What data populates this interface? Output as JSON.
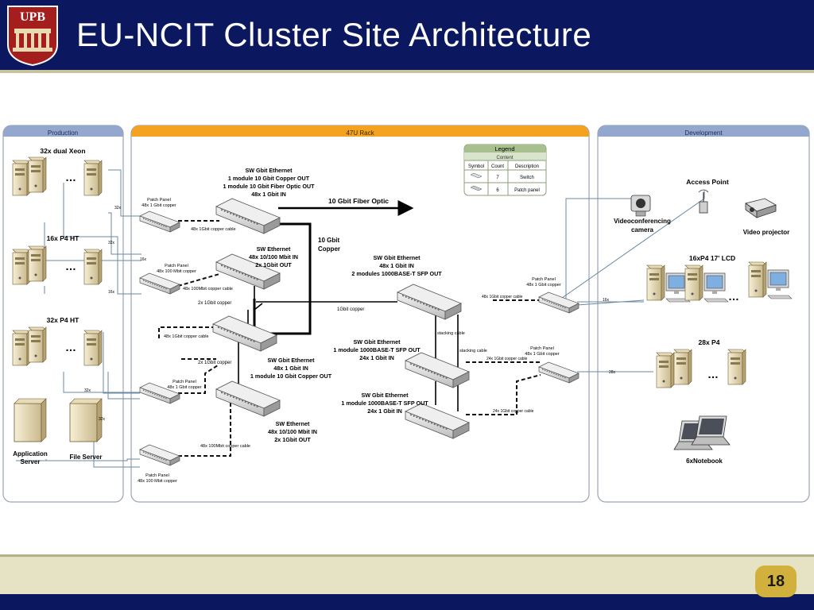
{
  "slide": {
    "title": "EU-NCIT Cluster Site Architecture",
    "logo_text": "UPB",
    "page_number": "18"
  },
  "diagram": {
    "panels": {
      "production": "Production",
      "rack": "47U Rack",
      "development": "Development"
    },
    "legend": {
      "title": "Legend",
      "subtitle": "Content",
      "headers": [
        "Symbol",
        "Count",
        "Description"
      ],
      "rows": [
        {
          "count": "7",
          "description": "Switch",
          "icon": "switch-icon"
        },
        {
          "count": "6",
          "description": "Patch panel",
          "icon": "patch-panel-icon"
        }
      ]
    },
    "groups": {
      "xeon": "32x dual Xeon",
      "p4ht16": "16x P4 HT",
      "p4ht32": "32x P4 HT",
      "app_server": [
        "Application",
        "Server"
      ],
      "file_server": "File Server",
      "access_point": "Access Point",
      "video_cam": [
        "Videoconferencing",
        "camera"
      ],
      "video_proj": "Video projector",
      "lcd": "16xP4 17' LCD",
      "p4_28": "28x P4",
      "notebook": "6xNotebook"
    },
    "switches": {
      "sw1": [
        "SW Gbit Ethernet",
        "1 module 10 Gbit Copper OUT",
        "1 module 10 Gbit Fiber Optic OUT",
        "48x 1 Gbit IN"
      ],
      "sw2": [
        "SW Ethernet",
        "48x 10/100 Mbit IN",
        "2x 1Gbit OUT"
      ],
      "sw3": [
        "SW Gbit Ethernet",
        "48x 1 Gbit IN",
        "1 module 10 Gbit Copper OUT"
      ],
      "sw4": [
        "SW Ethernet",
        "48x 10/100 Mbit IN",
        "2x 1Gbit OUT"
      ],
      "sw5": [
        "SW Gbit Ethernet",
        "48x 1 Gbit IN",
        "2 modules 1000BASE-T SFP OUT"
      ],
      "sw6": [
        "SW Gbit Ethernet",
        "1 module 1000BASE-T SFP OUT",
        "24x 1 Gbit IN"
      ],
      "sw7": [
        "SW Gbit Ethernet",
        "1 module 1000BASE-T SFP OUT",
        "24x 1 Gbit IN"
      ]
    },
    "patch_panels": {
      "pp1": [
        "Patch Panel",
        "48x 1 Gbit copper"
      ],
      "pp2": [
        "Patch Panel",
        "48x 100 Mbit copper"
      ],
      "pp3": [
        "Patch Panel",
        "48x 1 Gbit copper"
      ],
      "pp4": [
        "Patch Panel",
        "48x 100 Mbit copper"
      ],
      "pp5": [
        "Patch Panel",
        "48x 1 Gbit copper"
      ],
      "pp6": [
        "Patch Panel",
        "48x 1 Gbit copper"
      ]
    },
    "links": {
      "fiber": "10 Gbit Fiber Optic",
      "copper10": [
        "10 Gbit",
        "Copper"
      ],
      "gbit_cable": "48x 1Gbit copper cable",
      "mbit_cable": "48x 100Mbit copper cable",
      "gbit_cable_b": "48x 1Gbit copper cable",
      "mbit_cable_b": "48x 100Mbit copper cable",
      "two_gbit_a": "2x 1Gbit copper",
      "two_gbit_b": "2x 1Gbit copper",
      "one_gbit": "1Gbit copper",
      "stack_a": "stacking cable",
      "stack_b": "stacking cable",
      "gbit_cable_r1": "48x 1Gbit copper cable",
      "gbit_cable_r2": "24x 1Gbit copper cable",
      "gbit_cable_r3": "24x 1Gbit copper cable",
      "n32x_a": "32x",
      "n32x_b": "32x",
      "n16x_a": "16x",
      "n16x_b": "16x",
      "n32x_c": "32x",
      "n32x_d": "32x",
      "n16x_r": "16x",
      "n28x_r": "28x"
    }
  }
}
